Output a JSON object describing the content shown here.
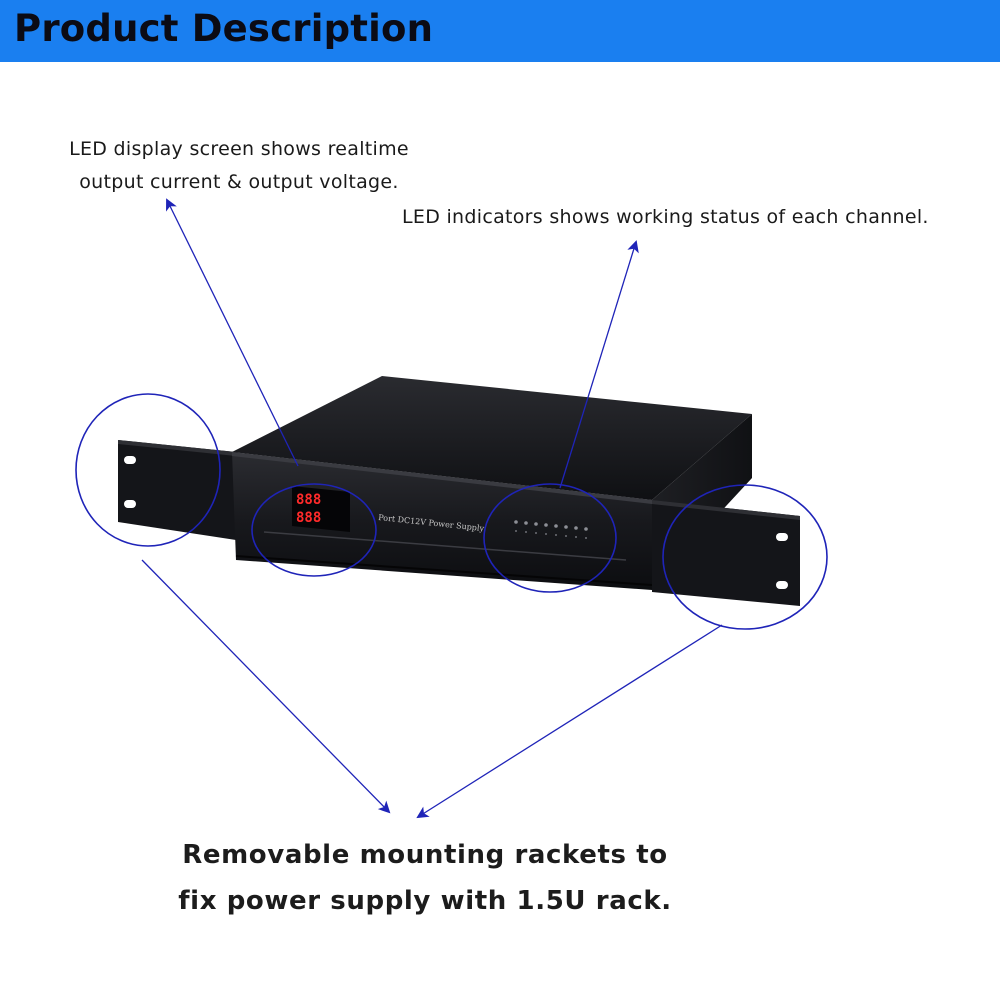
{
  "header": {
    "title": "Product Description"
  },
  "callouts": {
    "led_display_line1": "LED display screen shows realtime",
    "led_display_line2": "output current & output voltage.",
    "led_indicators": "LED indicators shows working status of each channel.",
    "rackets_line1": "Removable mounting rackets to",
    "rackets_line2": "fix power supply with 1.5U rack."
  },
  "device": {
    "panel_label": "Port DC12V Power Supply",
    "display_top": "888",
    "display_bottom": "888"
  },
  "colors": {
    "banner": "#1a7ff0",
    "annotation": "#1f24b8",
    "chassis": "#15161a",
    "led_digits": "#ff2a2a"
  }
}
